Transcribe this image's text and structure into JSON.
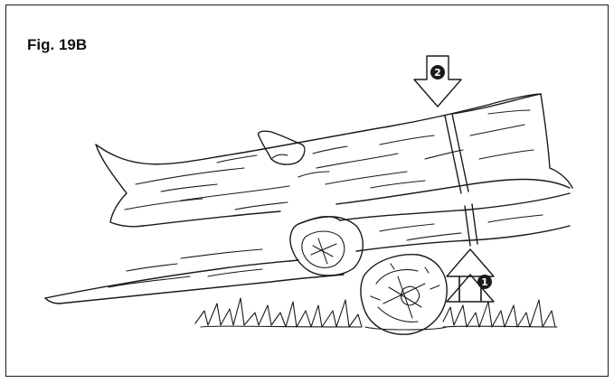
{
  "figure": {
    "title": "Fig. 19B",
    "step_1_label": "1",
    "step_2_label": "2"
  },
  "icons": {
    "cut_down_arrow": "down-arrow-icon",
    "cut_up_arrow": "up-arrow-icon"
  },
  "colors": {
    "line": "#1a1a1a",
    "badge": "#1a1a1a",
    "background": "#ffffff"
  }
}
